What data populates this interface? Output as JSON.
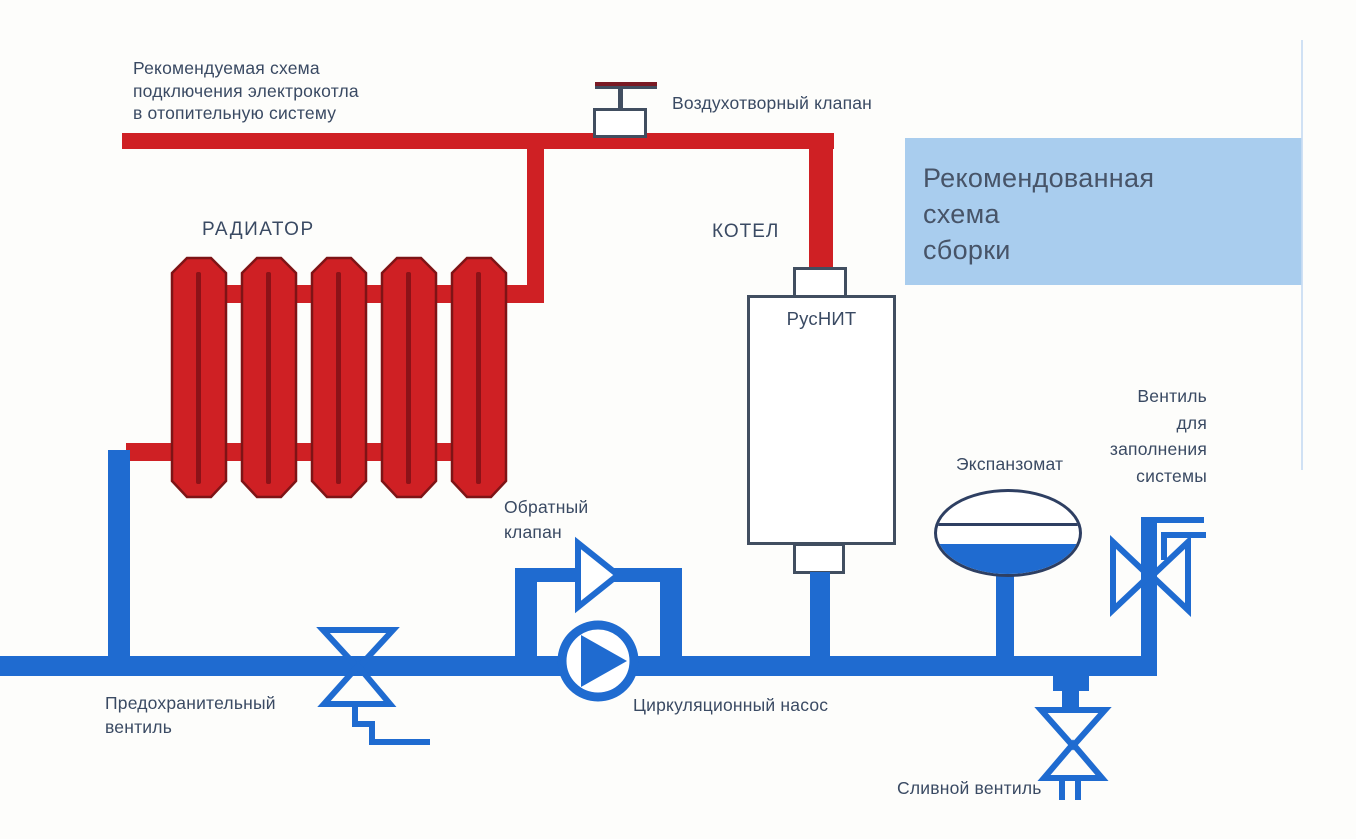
{
  "labels": {
    "title": "Рекомендуемая схема\nподключения электрокотла\nв отопительную систему",
    "air_valve": "Воздухотворный клапан",
    "radiator": "РАДИАТОР",
    "boiler": "КОТЕЛ",
    "boiler_brand": "РусНИТ",
    "recommended_panel": "Рекомендованная\nсхема\nсборки",
    "fill_valve": "Вентиль\nдля\nзаполнения\nсистемы",
    "expansion_tank": "Экспанзомат",
    "check_valve": "Обратный\nклапан",
    "safety_valve": "Предохранительный\nвентиль",
    "pump": "Циркуляционный насос",
    "drain_valve": "Сливной вентиль"
  },
  "colors": {
    "pipe_hot": "#cf2024",
    "pipe_cold": "#1f6bd0",
    "radiator_outline": "#7e1416",
    "radiator_slit": "#8c1218",
    "component_outline": "#414e60",
    "cap_maroon": "#7a1a24",
    "text": "#3a4a63",
    "panel_bg": "#a9cdee",
    "panel_text": "#475468",
    "tank_border": "#2e3f62",
    "faint_line": "#c8dcf2"
  }
}
